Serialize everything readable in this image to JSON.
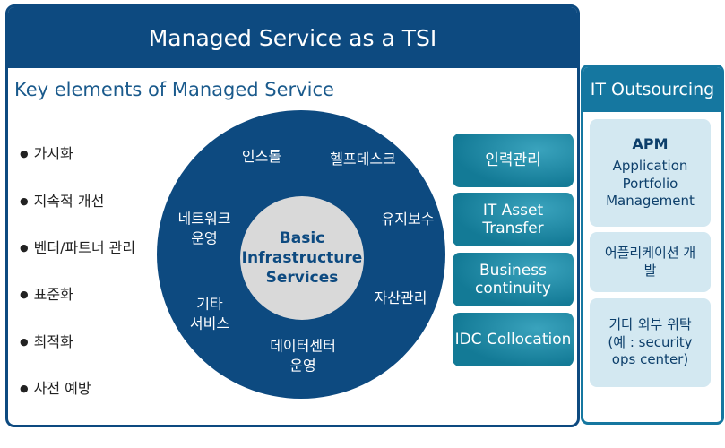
{
  "main": {
    "title": "Managed Service as a TSI",
    "subtitle": "Key elements of Managed Service",
    "bullets": [
      "가시화",
      "지속적 개선",
      "벤더/파트너 관리",
      "표준화",
      "최적화",
      "사전 예방"
    ],
    "core": "Basic Infrastructure Services",
    "ring": [
      "인스톨",
      "헬프데스크",
      "네트워크\n운영",
      "유지보수",
      "자산관리",
      "기타\n서비스",
      "데이터센터\n운영"
    ],
    "services": [
      "인력관리",
      "IT Asset Transfer",
      "Business continuity",
      "IDC Collocation"
    ]
  },
  "outsourcing": {
    "title": "IT Outsourcing",
    "apm_title": "APM",
    "apm_desc": "Application Portfolio Management",
    "app_dev": "어플리케이션 개발",
    "other": "기타 외부 위탁 (예 : security ops center)"
  },
  "colors": {
    "navy": "#0d4a80",
    "teal": "#1577a0",
    "light": "#d3e8f1"
  }
}
